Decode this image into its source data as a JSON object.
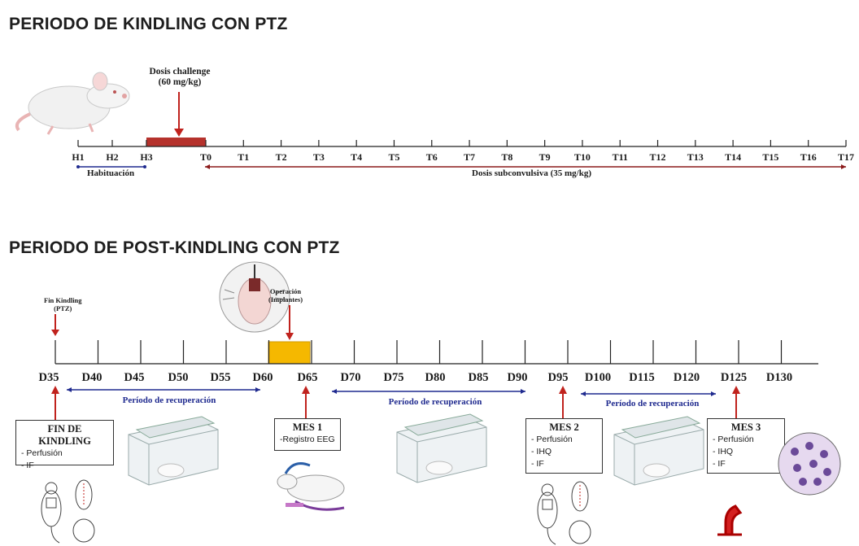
{
  "kindling": {
    "title": "PERIODO DE KINDLING CON PTZ",
    "challenge_label_1": "Dosis challenge",
    "challenge_label_2": "(60 mg/kg)",
    "habituation_ticks": [
      "H1",
      "H2",
      "H3"
    ],
    "test_ticks": [
      "T0",
      "T1",
      "T2",
      "T3",
      "T4",
      "T5",
      "T6",
      "T7",
      "T8",
      "T9",
      "T10",
      "T11",
      "T12",
      "T13",
      "T14",
      "T15",
      "T16",
      "T17"
    ],
    "habituation_label": "Habituación",
    "subconvulsive_label": "Dosis subconvulsiva (35 mg/kg)"
  },
  "post": {
    "title": "PERIODO DE POST-KINDLING CON PTZ",
    "fin_kindling_1": "Fin Kindling",
    "fin_kindling_2": "(PTZ)",
    "operation_1": "Operación",
    "operation_2": "(Implantes)",
    "day_ticks": [
      "D35",
      "D40",
      "D45",
      "D50",
      "D55",
      "D60",
      "D65",
      "D70",
      "D75",
      "D80",
      "D85",
      "D90",
      "D95",
      "D100",
      "D115",
      "D120",
      "D125",
      "D130"
    ],
    "recovery_label": "Período de recuperación",
    "boxes": {
      "fin": {
        "title": "FIN DE KINDLING",
        "items": [
          "- Perfusión",
          "- IF"
        ]
      },
      "mes1": {
        "title": "MES 1",
        "items": [
          "-Registro EEG"
        ]
      },
      "mes2": {
        "title": "MES 2",
        "items": [
          "- Perfusión",
          "- IHQ",
          "- IF"
        ]
      },
      "mes3": {
        "title": "MES 3",
        "items": [
          "- Perfusión",
          "- IHQ",
          "- IF"
        ]
      }
    }
  },
  "colors": {
    "dose_bar": "#b5322c",
    "operation_bar": "#f5b800",
    "arrow_red": "#c0221d",
    "recovery_blue": "#1f2a8f"
  },
  "icons": [
    "rat-icon",
    "rat-head-surgery-icon",
    "cage-icon",
    "eeg-rat-icon",
    "perfusion-diagram-icon",
    "microscope-icon",
    "tissue-circle-icon"
  ]
}
